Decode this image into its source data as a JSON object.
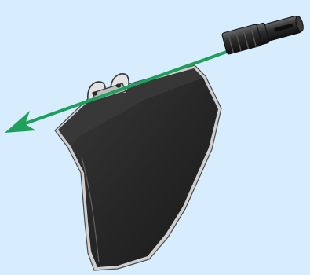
{
  "illustration": {
    "background_color": "#d7ecfd",
    "parts": [
      {
        "name": "pin-connector",
        "icon": "cylindrical-pin-icon",
        "color": "#2b2b2b"
      },
      {
        "name": "panel-piece",
        "icon": "curved-panel-icon",
        "color": "#262626"
      }
    ],
    "assembly_arrow": {
      "color": "#1ea05a",
      "direction": "left-down"
    }
  }
}
